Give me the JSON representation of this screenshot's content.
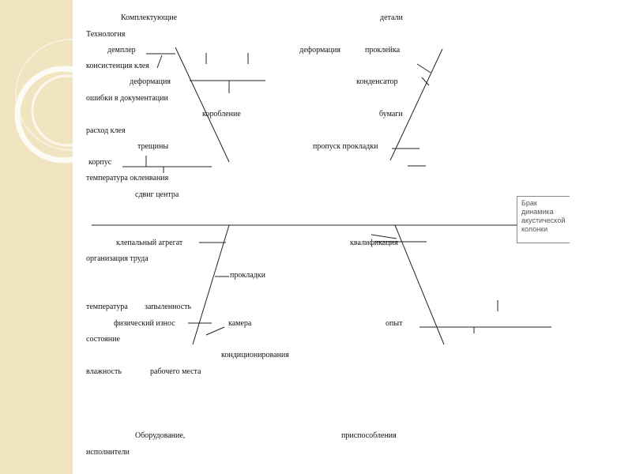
{
  "diagram": {
    "effect": "Брак динамика акустической колонки",
    "labels": {
      "komplektuyushchie": "Комплектующие",
      "detali": "детали",
      "tekhnologiya": "Технология",
      "dempler": "демплер",
      "deformatsiya_1": "деформация",
      "prokleyka": "проклейка",
      "konsistentsiya_kleya": "консистенция клея",
      "deformatsiya_2": "деформация",
      "kondensator": "конденсатор",
      "oshibki_v_dokumentatsii": "ошибки в документации",
      "koroblenie": "коробление",
      "bumagi": "бумаги",
      "raskhod_kleya": "расход клея",
      "treshchiny": "трещины",
      "propusk_prokladki": "пропуск прокладки",
      "korpus": "корпус",
      "temperatura_oklevaniya": "температура окленвания",
      "sdvig_tsentra": "сдвиг центра",
      "klepalnyy_agregat": "клепальный агрегат",
      "kvalifikatsiya": "квалификация",
      "organizatsiya_truda": "организация труда",
      "prokladki": "прокладки",
      "temperatura": "температура",
      "zapylennost": "запыленность",
      "fizicheskiy_iznos": "физический износ",
      "kamera": "камера",
      "opyt": "опыт",
      "sostoyanie": "состояние",
      "konditsionirovaniya": "кондиционирования",
      "vlazhnost": "влажность",
      "rabochego_mesta": "рабочего места",
      "oborudovanie": "Оборудование,",
      "prisposobleniya": "приспособления",
      "ispolniteli": "исполнители"
    }
  }
}
